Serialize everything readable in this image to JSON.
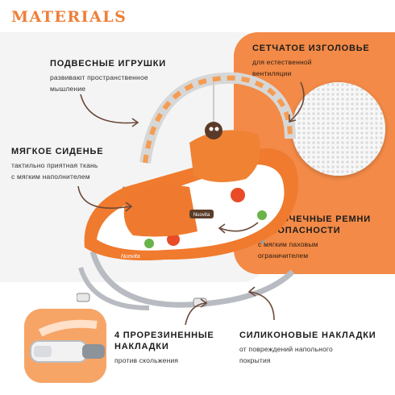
{
  "title": "MATERIALS",
  "colors": {
    "accent": "#ee7f3a",
    "panel": "#f38a47",
    "text": "#1b1b1b"
  },
  "features": {
    "toys": {
      "title": "ПОДВЕСНЫЕ ИГРУШКИ",
      "sub1": "развивают пространственное",
      "sub2": "мышление"
    },
    "headrest": {
      "title": "СЕТЧАТОЕ ИЗГОЛОВЬЕ",
      "sub1": "для естественной",
      "sub2": "вентиляции"
    },
    "seat": {
      "title": "МЯГКОЕ СИДЕНЬЕ",
      "sub1": "тактильно приятная ткань",
      "sub2": "с мягким наполнителем"
    },
    "belts": {
      "title1": "3-х ТОЧЕЧНЫЕ РЕМНИ",
      "title2": "БЕЗОПАСНОСТИ",
      "sub1": "с мягким паховым",
      "sub2": "ограничителем"
    },
    "rubber": {
      "title1": "4 ПРОРЕЗИНЕННЫЕ",
      "title2": "НАКЛАДКИ",
      "sub1": "против скольжения"
    },
    "silicone": {
      "title": "СИЛИКОНОВЫЕ НАКЛАДКИ",
      "sub1": "от повреждений напольного",
      "sub2": "покрытия"
    }
  },
  "product": {
    "brand_tag": "Nuovita",
    "seat_label": "Nuovita"
  }
}
